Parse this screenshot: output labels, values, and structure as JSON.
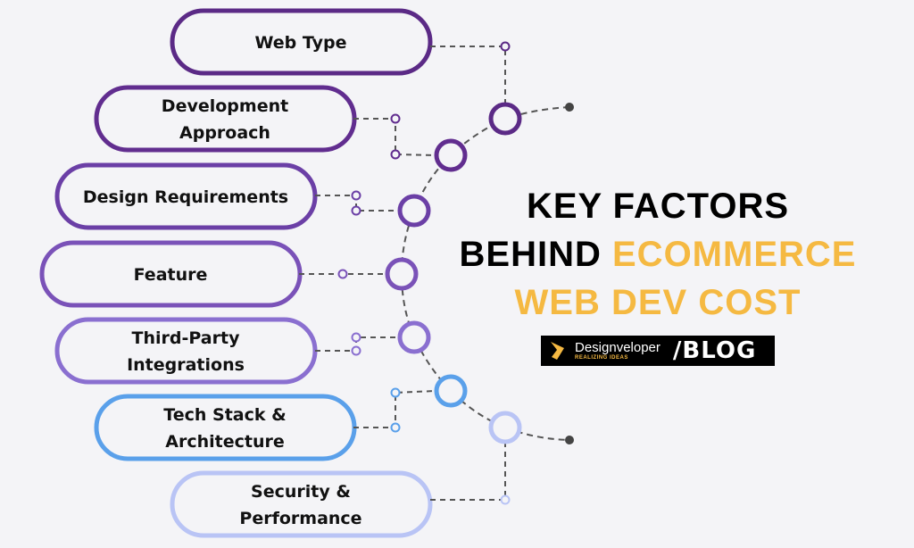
{
  "title": {
    "line1": "KEY FACTORS",
    "line2a": "BEHIND ",
    "line2b": "ECOMMERCE",
    "line3": "WEB DEV COST",
    "highlight_color": "#f5b942"
  },
  "logo": {
    "name": "Designveloper",
    "tagline": "REALIZING IDEAS",
    "suffix": "/BLOG"
  },
  "factors": [
    {
      "lines": [
        "Web Type"
      ],
      "color": "#5b2a86"
    },
    {
      "lines": [
        "Development",
        "Approach"
      ],
      "color": "#612d8f"
    },
    {
      "lines": [
        "Design Requirements"
      ],
      "color": "#6b3fa6"
    },
    {
      "lines": [
        "Feature"
      ],
      "color": "#7a52b8"
    },
    {
      "lines": [
        "Third-Party",
        "Integrations"
      ],
      "color": "#8a6fd0"
    },
    {
      "lines": [
        "Tech Stack &",
        "Architecture"
      ],
      "color": "#5aa0ea"
    },
    {
      "lines": [
        "Security &",
        "Performance"
      ],
      "color": "#b9c4f5"
    }
  ],
  "connector_color": "#555555"
}
